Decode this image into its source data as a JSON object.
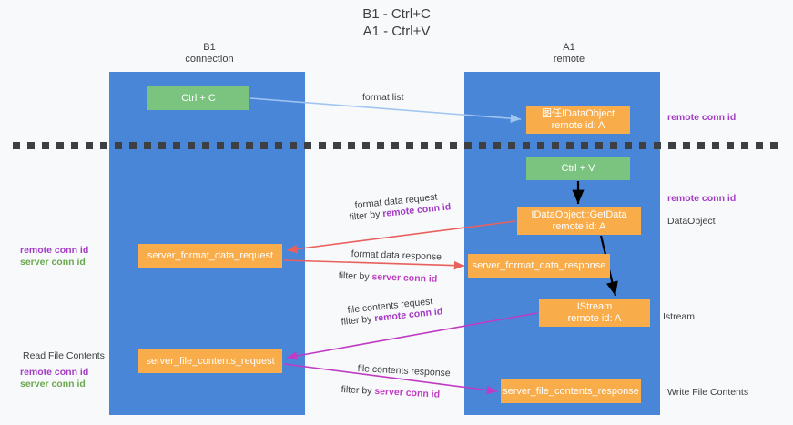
{
  "title": {
    "line1": "B1 - Ctrl+C",
    "line2": "A1 - Ctrl+V"
  },
  "columns": [
    {
      "id": "b1",
      "name": "B1",
      "role": "connection"
    },
    {
      "id": "a1",
      "name": "A1",
      "role": "remote"
    }
  ],
  "nodes": {
    "ctrl_c": {
      "line1": "Ctrl + C",
      "line2": "",
      "color": "#7bc47f"
    },
    "idataobject": {
      "line1": "图任IDataObject",
      "line2": "remote id: A",
      "color": "#f9ac4a"
    },
    "ctrl_v": {
      "line1": "Ctrl + V",
      "line2": "",
      "color": "#7bc47f"
    },
    "getdata": {
      "line1": "IDataObject::GetData",
      "line2": "remote id: A",
      "color": "#f9ac4a"
    },
    "sfd_request": {
      "line1": "server_format_data_request",
      "line2": "",
      "color": "#f9ac4a"
    },
    "sfd_response": {
      "line1": "server_format_data_response",
      "line2": "",
      "color": "#f9ac4a"
    },
    "istream": {
      "line1": "IStream",
      "line2": "remote id: A",
      "color": "#f9ac4a"
    },
    "sfc_request": {
      "line1": "server_file_contents_request",
      "line2": "",
      "color": "#f9ac4a"
    },
    "sfc_response": {
      "line1": "server_file_contents_response",
      "line2": "",
      "color": "#f9ac4a"
    }
  },
  "edge_labels": {
    "format_list": "format list",
    "format_data_request": "format data request",
    "format_data_request_filter_prefix": "filter by ",
    "format_data_request_filter_key": "remote conn id",
    "format_data_response": "format data response",
    "format_data_response_filter_prefix": "filter by ",
    "format_data_response_filter_key": "server conn id",
    "file_contents_request": "file contents request",
    "file_contents_request_filter_prefix": "filter by ",
    "file_contents_request_filter_key": "remote conn id",
    "file_contents_response": "file contents response",
    "file_contents_response_filter_prefix": "filter by ",
    "file_contents_response_filter_key": "server conn id"
  },
  "annotations": {
    "right_remote_conn_id_top": "remote conn id",
    "right_remote_conn_id_mid": "remote conn id",
    "right_dataobject": "DataObject",
    "right_istream": "Istream",
    "right_write_file_contents": "Write File Contents",
    "left_remote_conn_id_mid": "remote conn id",
    "left_server_conn_id_mid": "server conn id",
    "left_read_file_contents": "Read File Contents",
    "left_remote_conn_id_bottom": "remote conn id",
    "left_server_conn_id_bottom": "server conn id"
  },
  "colors": {
    "lane": "#4a86d8",
    "node_green": "#7bc47f",
    "node_orange": "#f9ac4a",
    "accent_purple": "#a33bc4",
    "accent_green": "#6aa84f",
    "arrow_blue": "#9fc5f0",
    "arrow_red": "#e8615c",
    "arrow_magenta": "#c03bc4",
    "arrow_black": "#000000",
    "background": "#f8f9fa",
    "text": "#3c4043"
  }
}
